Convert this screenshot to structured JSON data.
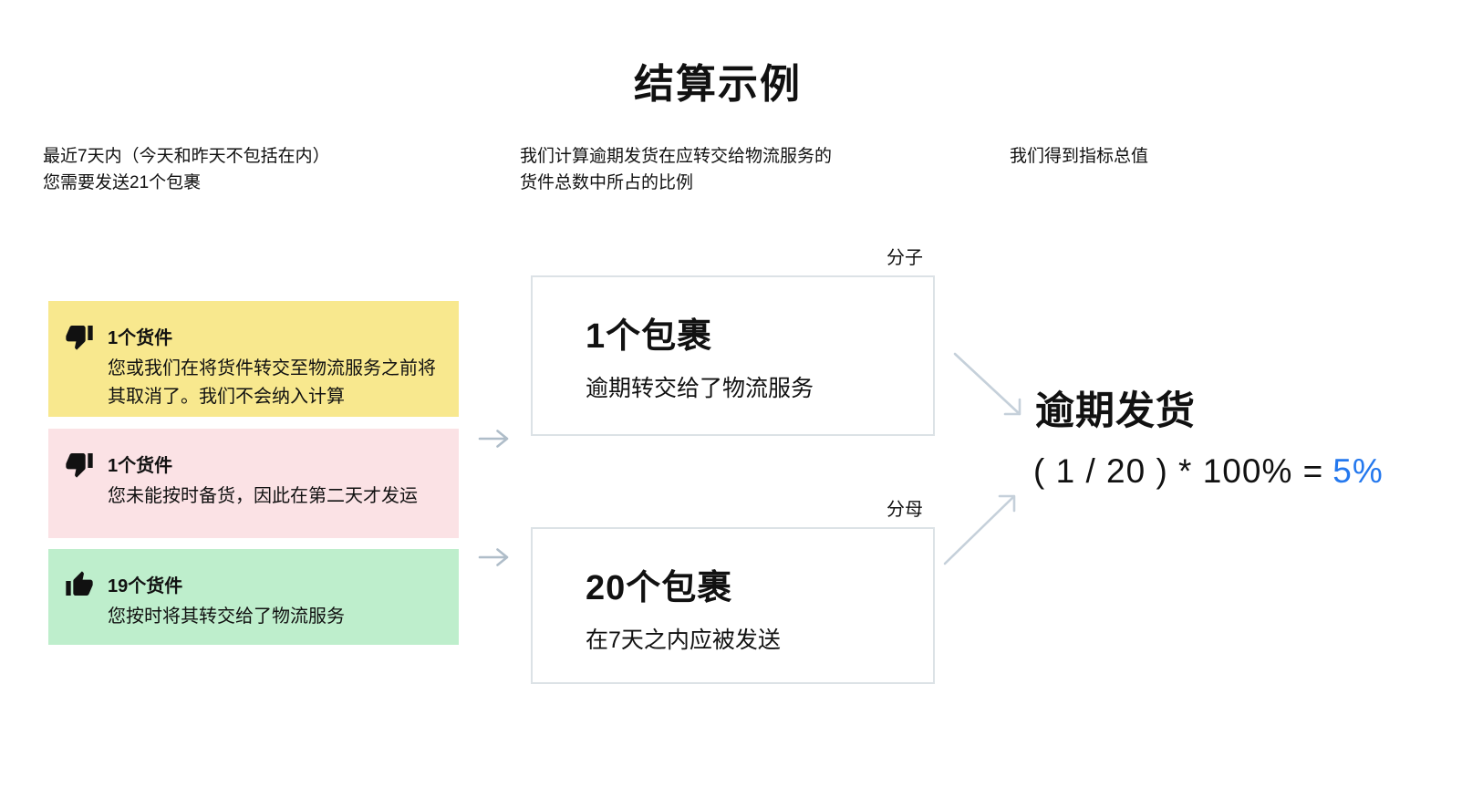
{
  "title": "结算示例",
  "headers": {
    "left_line1": "最近7天内（今天和昨天不包括在内）",
    "left_line2": "您需要发送21个包裹",
    "middle_line1": "我们计算逾期发货在应转交给物流服务的",
    "middle_line2": "货件总数中所占的比例",
    "right": "我们得到指标总值"
  },
  "shipment_cards": [
    {
      "icon": "thumb-down-icon",
      "count_label": "1个货件",
      "desc_line1": "您或我们在将货件转交至物流服务之前将",
      "desc_line2": "其取消了。我们不会纳入计算",
      "bg_color": "#F8E88E"
    },
    {
      "icon": "thumb-down-icon",
      "count_label": "1个货件",
      "desc_line1": "您未能按时备货，因此在第二天才发运",
      "bg_color": "#FBE2E5"
    },
    {
      "icon": "thumb-up-icon",
      "count_label": "19个货件",
      "desc_line1": "您按时将其转交给了物流服务",
      "bg_color": "#BEEECC"
    }
  ],
  "fraction": {
    "numerator": {
      "label": "分子",
      "title": "1个包裹",
      "description": "逾期转交给了物流服务"
    },
    "denominator": {
      "label": "分母",
      "title": "20个包裹",
      "description": "在7天之内应被发送"
    }
  },
  "result": {
    "heading": "逾期发货",
    "formula": "( 1 / 20 ) * 100% =",
    "value": "5%",
    "value_color": "#2478EE"
  }
}
